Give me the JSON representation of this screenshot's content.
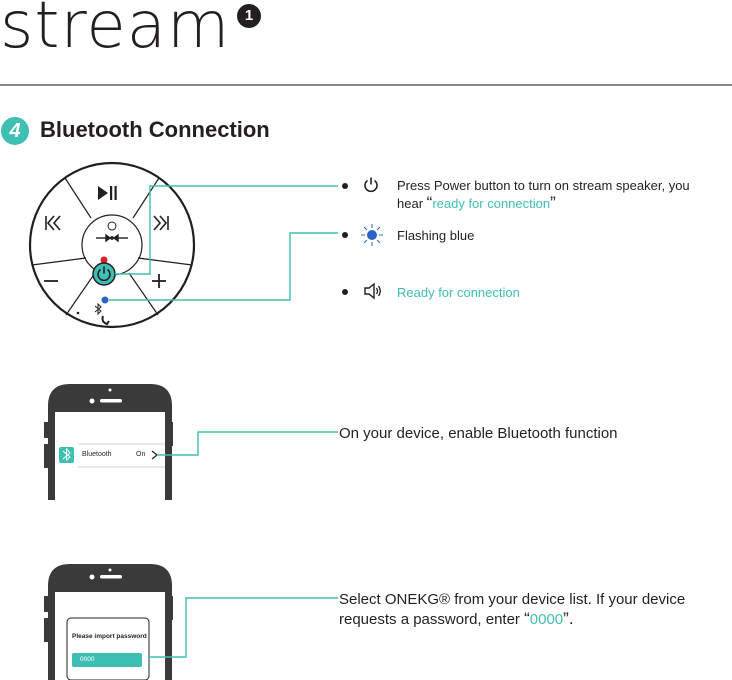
{
  "header": {
    "brand": "stream",
    "brand_badge": "1"
  },
  "section": {
    "number": "4",
    "title": "Bluetooth Connection"
  },
  "steps": [
    {
      "text": "Press Power button to turn on stream speaker, you hear ",
      "quote_open": "“",
      "highlight": "ready for connection",
      "quote_close": "”"
    },
    {
      "text": "Flashing blue"
    },
    {
      "highlight": "Ready for connection"
    }
  ],
  "phone1": {
    "row_label": "Bluetooth",
    "row_value": "On",
    "instruction": "On your device, enable Bluetooth function"
  },
  "phone2": {
    "prompt": "Please import password",
    "input_value": "0000",
    "instruction_line1": "Select ONEKG® from your device list. If your device",
    "instruction_line2": "requests a password, enter ",
    "quote_open": "“",
    "password": "0000",
    "quote_close": "”."
  },
  "colors": {
    "accent": "#3dbfb4",
    "text": "#231f20",
    "led_red": "#e02020",
    "led_blue": "#2a63c8"
  }
}
